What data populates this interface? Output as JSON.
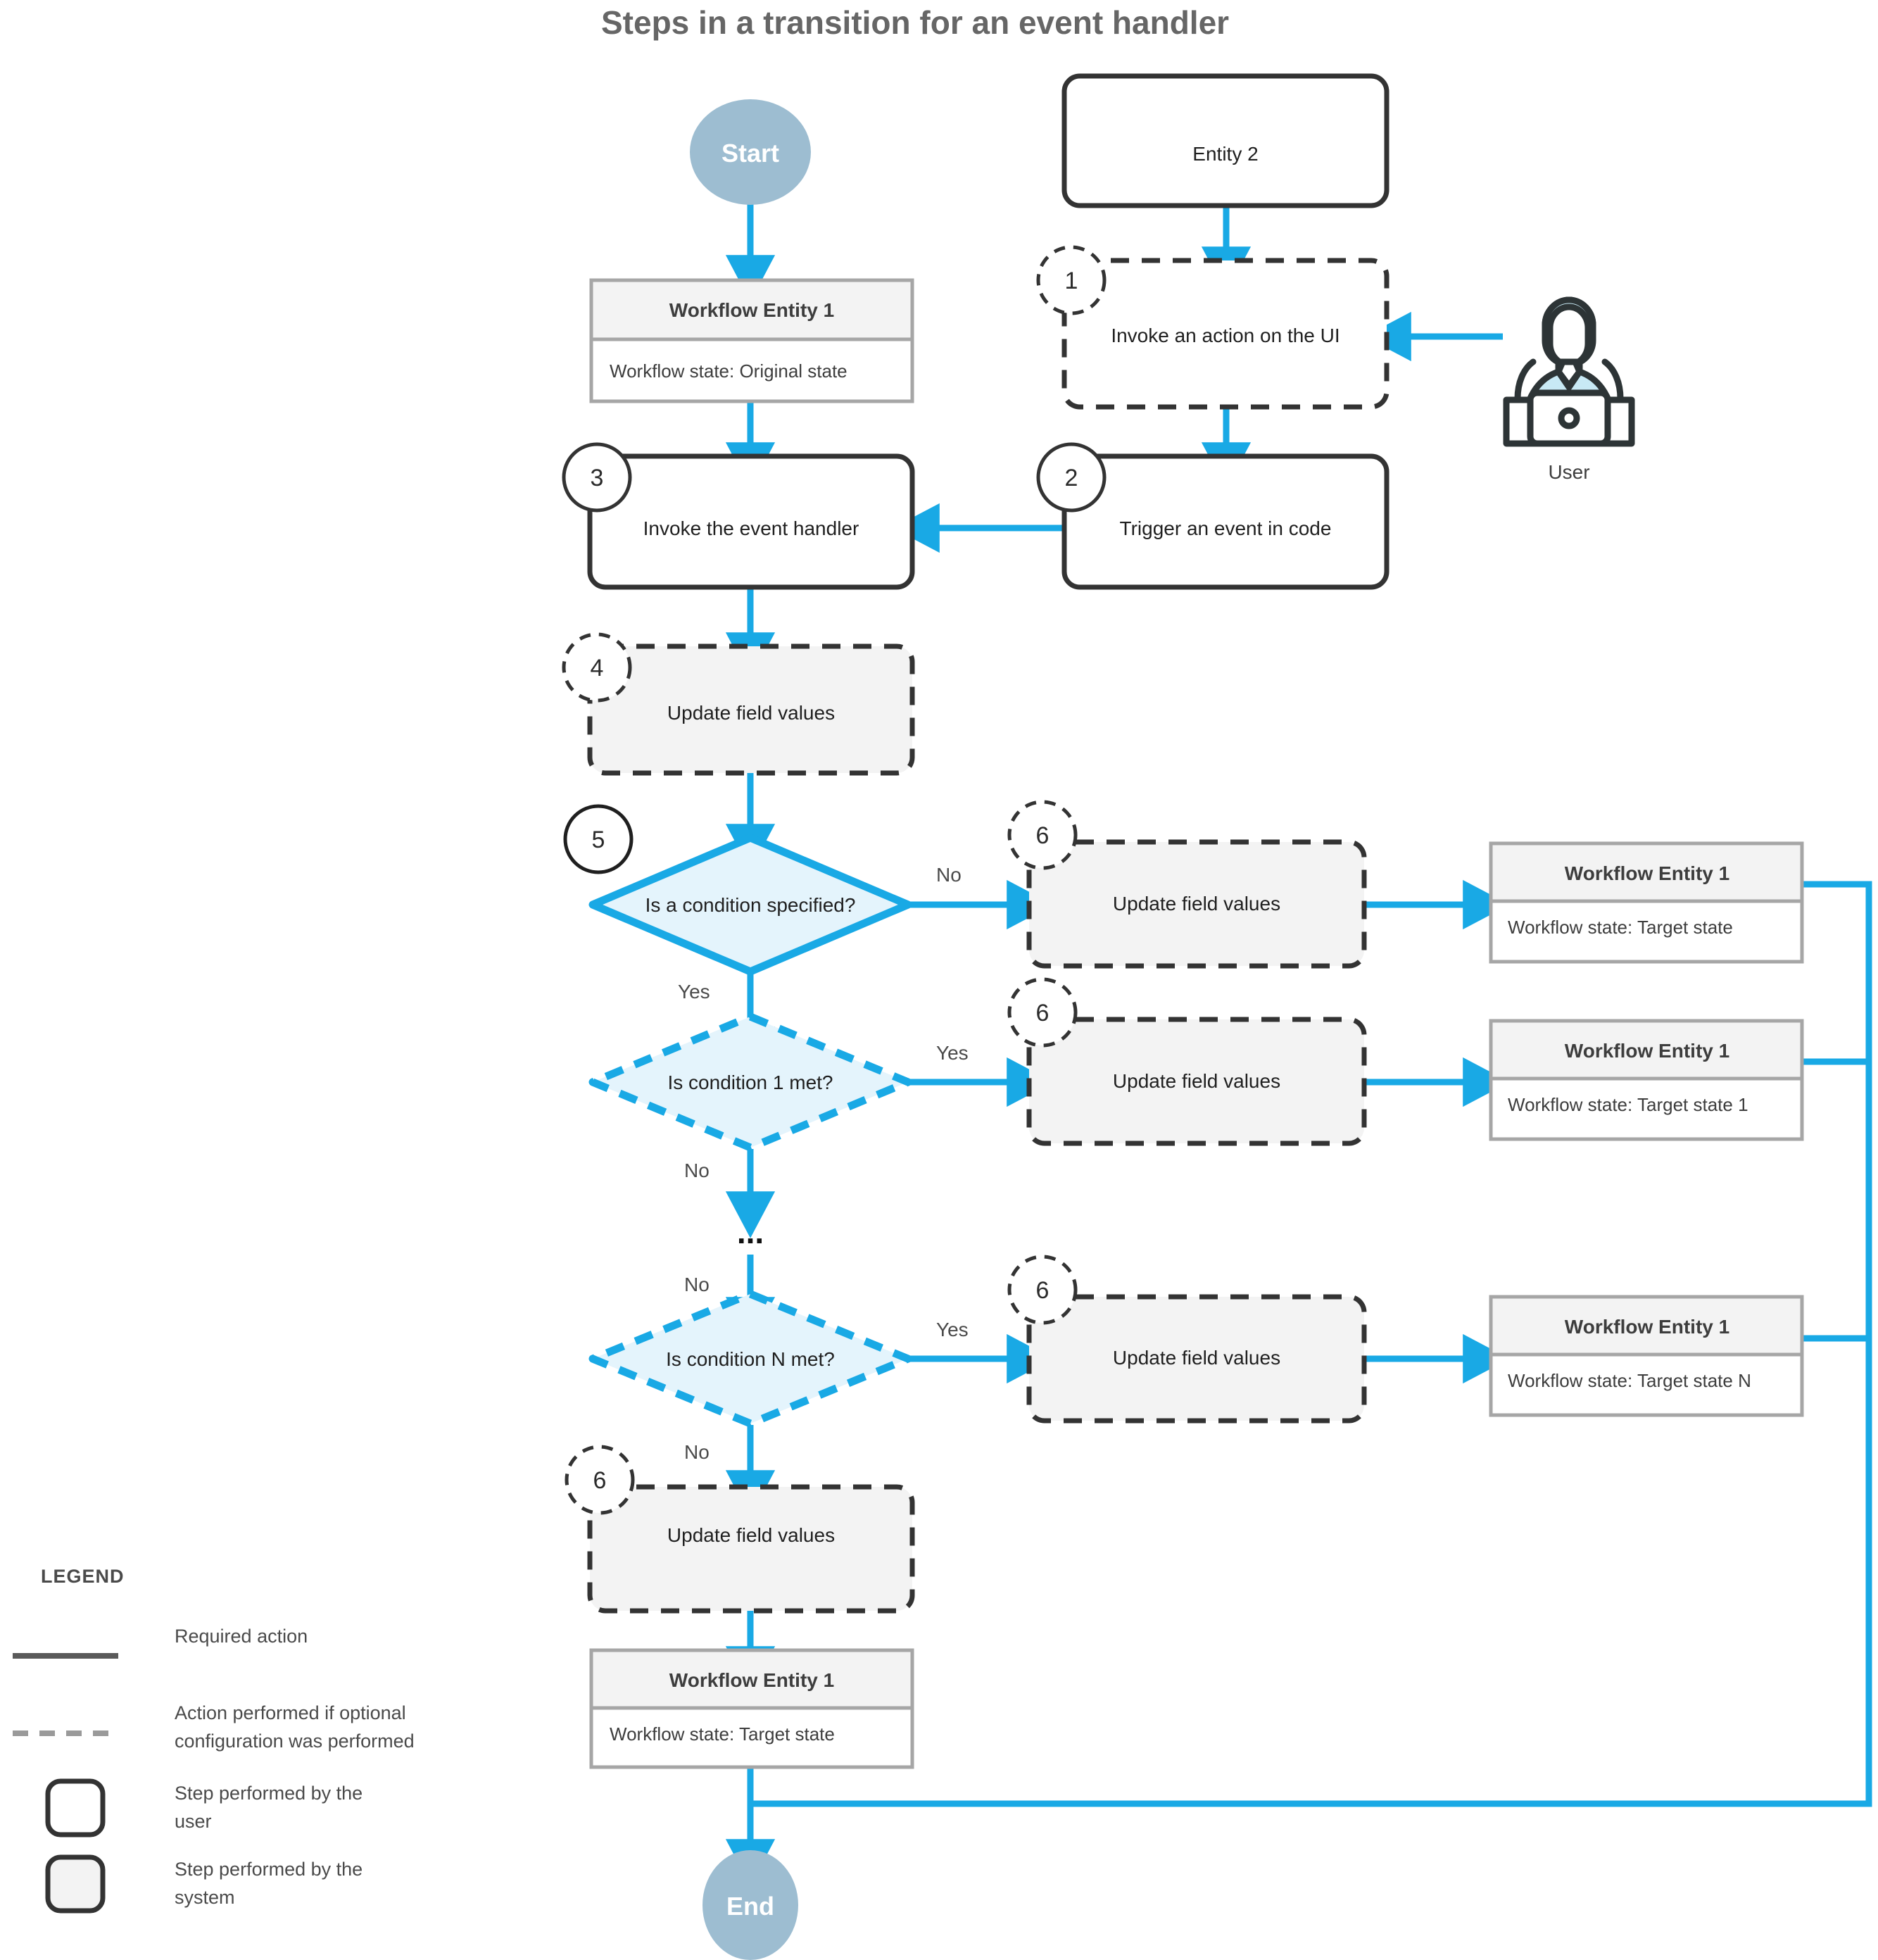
{
  "title": "Steps in a transition for an event handler",
  "colors": {
    "accent": "#19a9e5",
    "terminator_fill": "#9dbdd1",
    "diamond_fill": "#e4f4fc",
    "system_fill": "#f3f3f3",
    "entity_header_fill": "#f3f3f3",
    "entity_border": "#a6a6a6",
    "user_stroke": "#2d3436",
    "stroke_dark": "#333333",
    "legend_text": "#4a4a4a",
    "title_text": "#666666"
  },
  "nodes": {
    "start": {
      "label": "Start",
      "type": "terminator"
    },
    "end": {
      "label": "End",
      "type": "terminator"
    },
    "entity_original": {
      "header": "Workflow Entity 1",
      "body": "Workflow state: Original state"
    },
    "entity2": {
      "label": "Entity 2",
      "type": "user-step"
    },
    "invoke_ui": {
      "step": "1",
      "label": "Invoke an action on the UI",
      "type": "user-step-optional"
    },
    "trigger_event": {
      "step": "2",
      "label": "Trigger an event in code",
      "type": "user-step"
    },
    "invoke_handler": {
      "step": "3",
      "label": "Invoke the event handler",
      "type": "user-step"
    },
    "update_fields_4": {
      "step": "4",
      "label": "Update field values",
      "type": "system-step-optional"
    },
    "decision_condition_specified": {
      "step": "5",
      "label": "Is a condition specified?",
      "type": "decision"
    },
    "decision_condition_1": {
      "label": "Is condition 1 met?",
      "type": "decision-optional"
    },
    "decision_condition_n": {
      "label": "Is condition N met?",
      "type": "decision-optional"
    },
    "update_fields_6a": {
      "step": "6",
      "label": "Update field values",
      "type": "system-step-optional"
    },
    "update_fields_6b": {
      "step": "6",
      "label": "Update field values",
      "type": "system-step-optional"
    },
    "update_fields_6c": {
      "step": "6",
      "label": "Update field values",
      "type": "system-step-optional"
    },
    "update_fields_6d": {
      "step": "6",
      "label": "Update field values",
      "type": "system-step-optional"
    },
    "entity_target": {
      "header": "Workflow Entity 1",
      "body": "Workflow state: Target state"
    },
    "entity_target_1": {
      "header": "Workflow Entity 1",
      "body": "Workflow state: Target state 1"
    },
    "entity_target_n": {
      "header": "Workflow Entity 1",
      "body": "Workflow state: Target state N"
    },
    "entity_target_final": {
      "header": "Workflow Entity 1",
      "body": "Workflow state: Target state"
    },
    "ellipsis": {
      "label": "..."
    },
    "user": {
      "label": "User",
      "icon": "user-at-laptop-icon"
    }
  },
  "edge_labels": {
    "cond_spec_no": "No",
    "cond_spec_yes": "Yes",
    "cond1_yes": "Yes",
    "cond1_no": "No",
    "condn_in_no": "No",
    "condn_yes": "Yes",
    "condn_no": "No"
  },
  "legend": {
    "heading": "LEGEND",
    "items": [
      {
        "swatch": "solid-line",
        "text": "Required action"
      },
      {
        "swatch": "dashed-line",
        "text": "Action performed if optional configuration was performed"
      },
      {
        "swatch": "white-rounded-box",
        "text": "Step performed by the user"
      },
      {
        "swatch": "gray-rounded-box",
        "text": "Step performed by the system"
      }
    ]
  }
}
